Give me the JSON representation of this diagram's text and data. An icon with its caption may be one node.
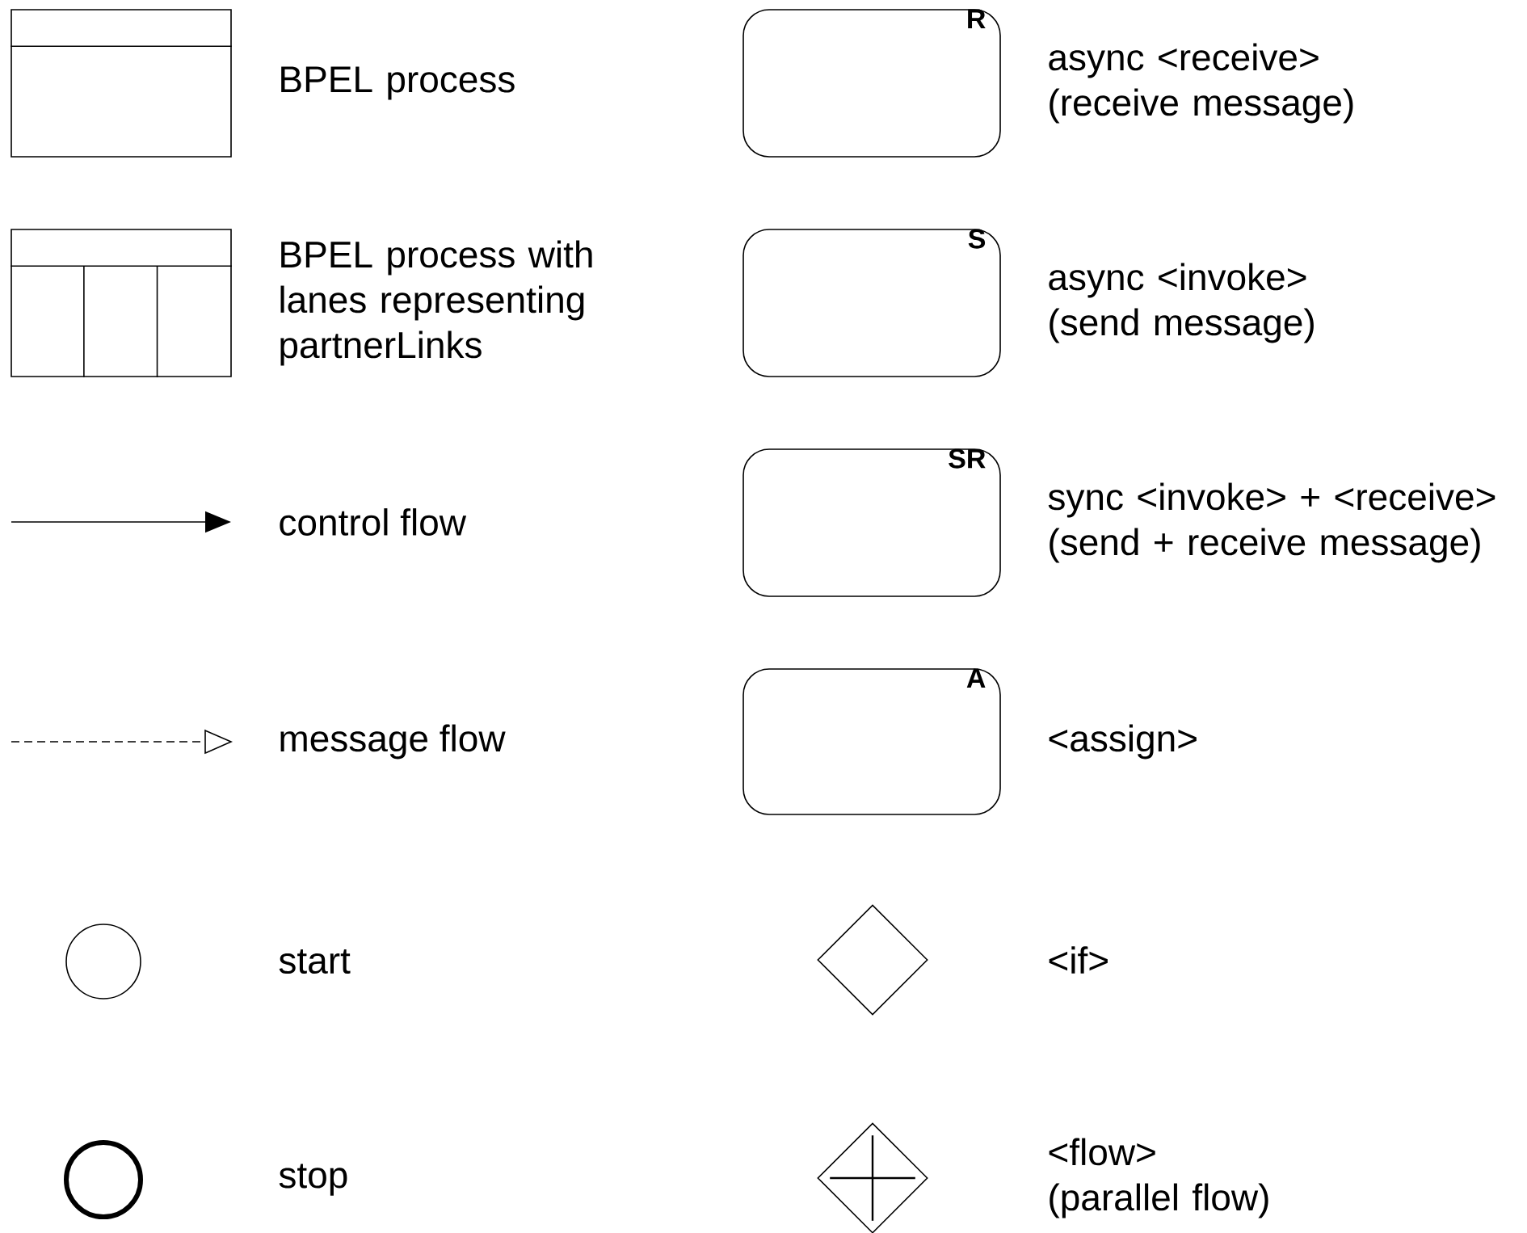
{
  "diagram": {
    "nodes": [
      {
        "text": [],
        "shape": "box",
        "beside": [
          "BPEL process"
        ]
      },
      {
        "text": [],
        "shape": "box",
        "beside": [
          "BPEL process with lanes representing partnerLinks"
        ]
      },
      {
        "text": [],
        "shape": "circle",
        "beside": [
          "start"
        ]
      },
      {
        "text": [],
        "shape": "circle",
        "beside": [
          "stop"
        ]
      },
      {
        "text": [
          "R"
        ],
        "beside": [
          "async <receive> (receive message)"
        ]
      },
      {
        "text": [
          "S"
        ],
        "beside": [
          "async <invoke> (send message)"
        ]
      },
      {
        "text": [
          "SR"
        ],
        "beside": [
          "sync <invoke> + <receive> (send + receive message)"
        ]
      },
      {
        "text": [
          "A"
        ],
        "beside": [
          "<assign>"
        ]
      },
      {
        "text": [],
        "shape": "diamond",
        "beside": [
          "<if>"
        ]
      },
      {
        "text": [],
        "shape": "diamond",
        "beside": [
          "<flow> (parallel flow)"
        ]
      }
    ],
    "legend": [
      {
        "text": "control flow"
      },
      {
        "text": "message flow"
      }
    ]
  }
}
